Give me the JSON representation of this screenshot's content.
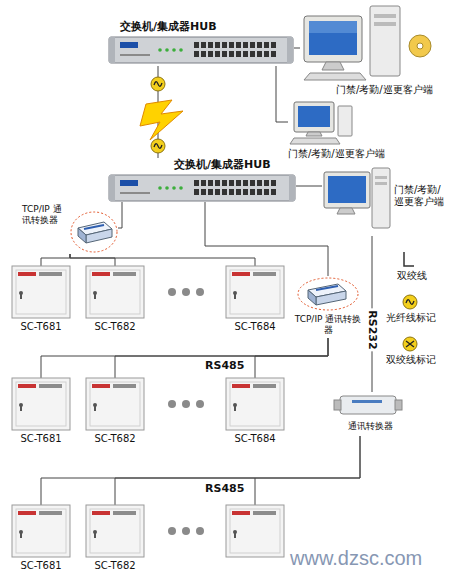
{
  "diagram": {
    "nodes": [
      {
        "text": [
          "交换机/集成器HUB"
        ]
      },
      {
        "text": [
          "门禁/考勤/巡更客户端"
        ]
      },
      {
        "text": [
          "门禁/考勤/巡更客户端"
        ]
      },
      {
        "text": [
          "交换机/集成器HUB"
        ]
      },
      {
        "text": [
          "门禁/考勤/巡更客户端"
        ]
      },
      {
        "text": [
          "TCP/IP 通讯转换器"
        ]
      },
      {
        "text": [
          "SC-T681"
        ]
      },
      {
        "text": [
          "SC-T682"
        ]
      },
      {
        "text": [
          "SC-T684"
        ]
      },
      {
        "text": [
          "TCP/IP 通讯转换器"
        ]
      },
      {
        "text": [
          "SC-T681"
        ]
      },
      {
        "text": [
          "SC-T682"
        ]
      },
      {
        "text": [
          "SC-T684"
        ]
      },
      {
        "text": [
          "通讯转换器"
        ]
      },
      {
        "text": [
          "SC-T681"
        ]
      },
      {
        "text": [
          "SC-T682"
        ]
      }
    ],
    "edges": [
      {
        "from": 0,
        "to": 1,
        "arrow": "none"
      },
      {
        "from": 0,
        "to": 2,
        "arrow": "none"
      },
      {
        "from": 0,
        "to": 3,
        "arrow": "none"
      },
      {
        "from": 3,
        "to": 4,
        "arrow": "none"
      },
      {
        "from": 3,
        "to": 5,
        "arrow": "none"
      },
      {
        "from": 3,
        "to": 9,
        "arrow": "none"
      },
      {
        "from": 5,
        "to": 6,
        "arrow": "none"
      },
      {
        "from": 5,
        "to": 7,
        "arrow": "none"
      },
      {
        "from": 5,
        "to": 8,
        "arrow": "none"
      },
      {
        "from": 9,
        "to": 10,
        "arrow": "none"
      },
      {
        "from": 9,
        "to": 11,
        "arrow": "none"
      },
      {
        "from": 9,
        "to": 12,
        "arrow": "none"
      },
      {
        "from": 4,
        "to": 13,
        "label": "RS232",
        "arrow": "none"
      },
      {
        "from": 13,
        "to": 14,
        "arrow": "none"
      },
      {
        "from": 13,
        "to": 15,
        "arrow": "none"
      }
    ],
    "labels": [
      "RS485",
      "RS485",
      "www.dzsc.com"
    ],
    "legend": [
      {
        "text": "双绞线"
      },
      {
        "text": "光纤线标记"
      },
      {
        "text": "双绞线标记"
      }
    ]
  }
}
